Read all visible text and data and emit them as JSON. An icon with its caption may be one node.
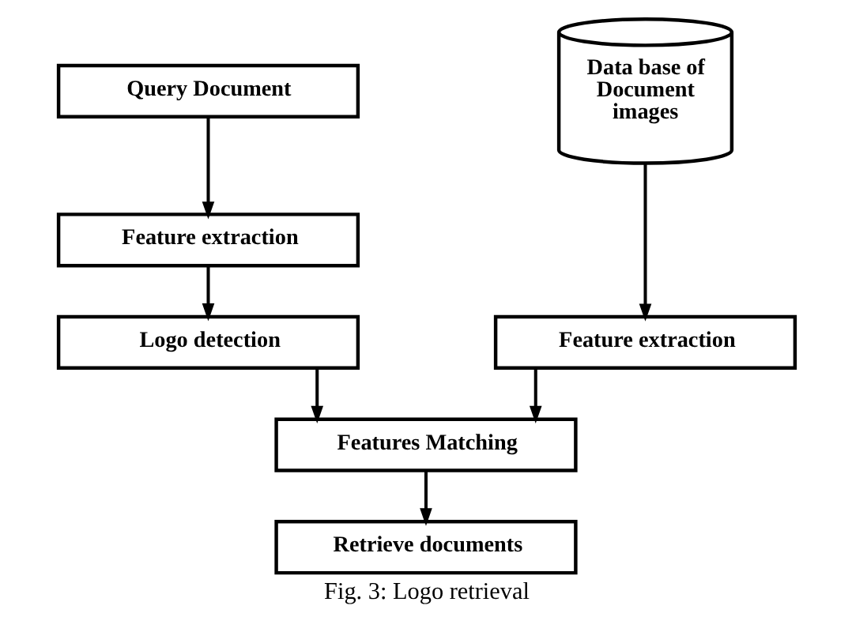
{
  "diagram": {
    "caption": "Fig. 3: Logo retrieval",
    "nodes": [
      {
        "text": [
          "Query Document"
        ]
      },
      {
        "text": [
          "Feature extraction"
        ]
      },
      {
        "text": [
          "Logo detection"
        ]
      },
      {
        "text": [
          "Data base of Document images"
        ]
      },
      {
        "text": [
          "Feature extraction"
        ]
      },
      {
        "text": [
          "Features Matching"
        ]
      },
      {
        "text": [
          "Retrieve documents"
        ]
      }
    ],
    "edges": [
      {
        "from": 0,
        "to": 1,
        "arrow": "to"
      },
      {
        "from": 1,
        "to": 2,
        "arrow": "to"
      },
      {
        "from": 3,
        "to": 4,
        "arrow": "to"
      },
      {
        "from": 2,
        "to": 5,
        "arrow": "to"
      },
      {
        "from": 4,
        "to": 5,
        "arrow": "to"
      },
      {
        "from": 5,
        "to": 6,
        "arrow": "to"
      }
    ]
  }
}
